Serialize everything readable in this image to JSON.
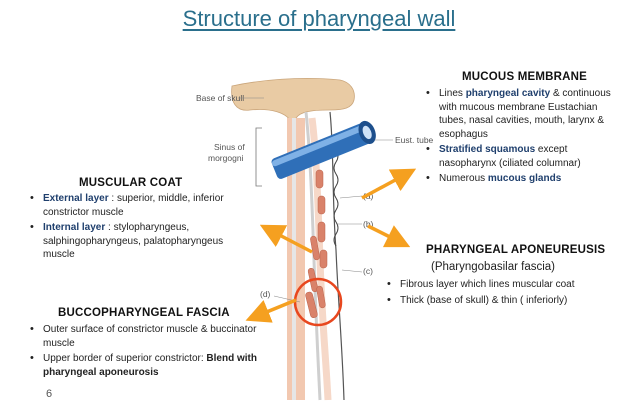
{
  "title": "Structure of pharyngeal wall",
  "figure_labels": {
    "base_of_skull": "Base of skull",
    "sinus_line1": "Sinus of",
    "sinus_line2": "morgogni",
    "eust_tube": "Eust. tube",
    "a": "(a)",
    "b": "(b)",
    "c": "(c)",
    "d": "(d)"
  },
  "mucous": {
    "heading": "MUCOUS MEMBRANE",
    "item1_pre": "Lines ",
    "item1_bold": "pharyngeal cavity",
    "item1_post": " & continuous with mucous membrane Eustachian tubes, nasal cavities, mouth, larynx & esophagus",
    "item2_bold": "Stratified squamous",
    "item2_post": " except nasopharynx (ciliated columnar)",
    "item3_pre": "Numerous ",
    "item3_bold": "mucous glands"
  },
  "muscular": {
    "heading": "MUSCULAR COAT",
    "item1_bold": "External layer",
    "item1_post": " : superior, middle, inferior constrictor muscle",
    "item2_bold": "Internal layer",
    "item2_post": " : stylopharyngeus, salphingopharyngeus, palatopharyngeus muscle"
  },
  "aponeurosis": {
    "heading": "PHARYNGEAL APONEUREUSIS",
    "subheading": "(Pharyngobasilar fascia)",
    "item1": "Fibrous layer which lines muscular coat",
    "item2": "Thick (base of skull) & thin ( inferiorly)"
  },
  "bucco": {
    "heading": "BUCCOPHARYNGEAL FASCIA",
    "item1": "Outer surface of constrictor muscle & buccinator muscle",
    "item2_pre": "Upper border of superior constrictor: ",
    "item2_bold": "Blend with pharyngeal aponeurosis"
  },
  "page_number": "6",
  "colors": {
    "title": "#2a6f8c",
    "arrow": "#f5a020",
    "circle": "#e8471e",
    "tube": "#2f6fb8",
    "muscle": "#d9826a",
    "skull": "#e6c7a0"
  }
}
